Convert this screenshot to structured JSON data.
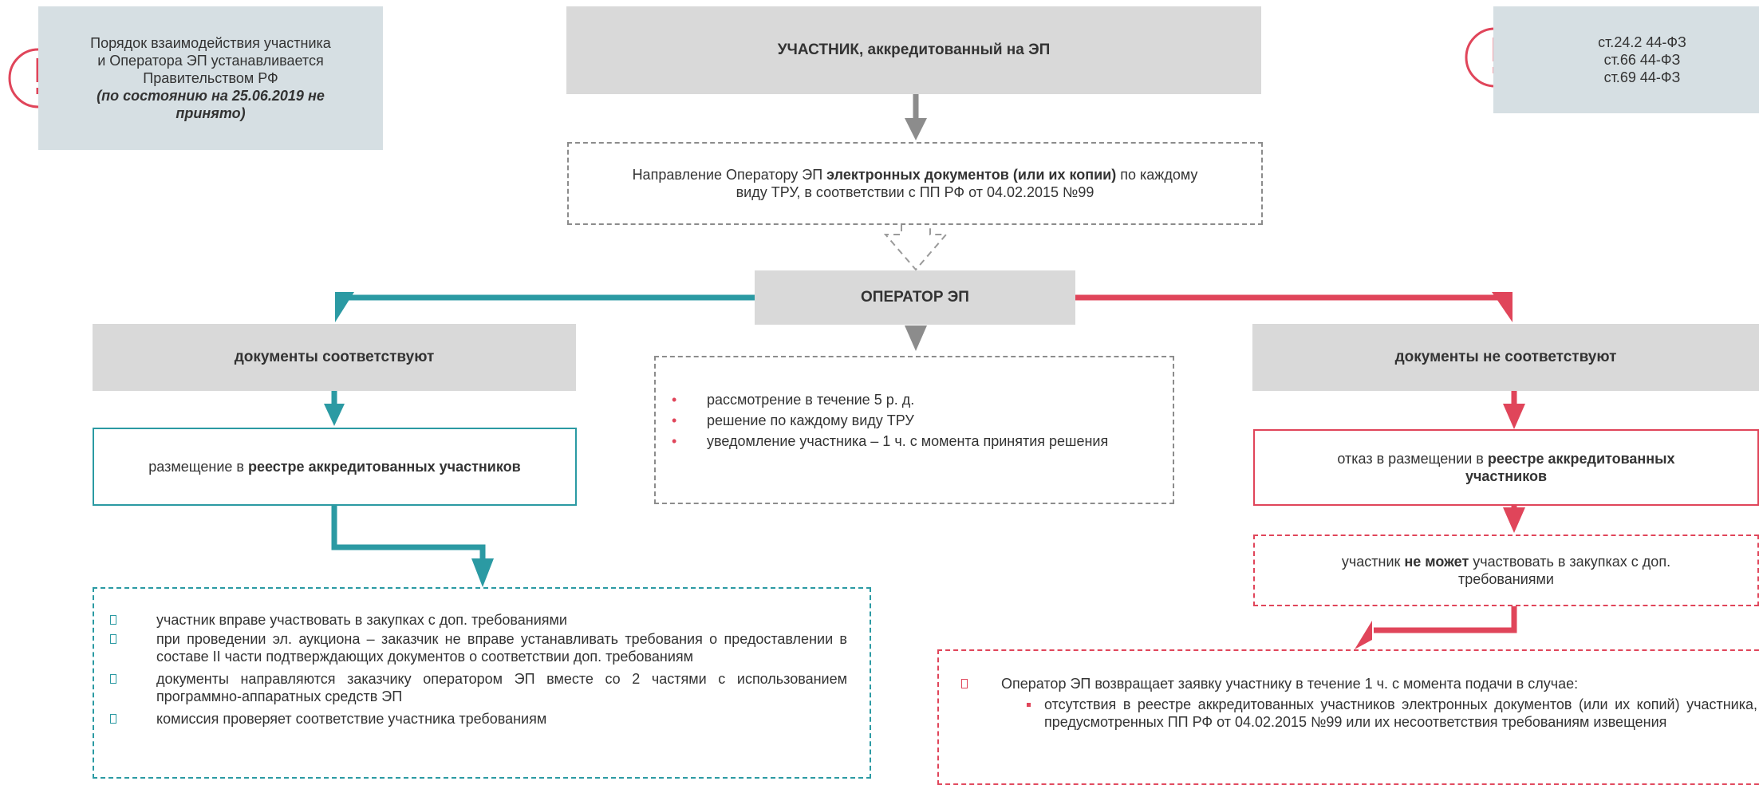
{
  "note_left": {
    "line1": "Порядок взаимодействия участника",
    "line2": "и Оператора ЭП устанавливается",
    "line3": "Правительством РФ",
    "line4": "(по состоянию на 25.06.2019 не принято)"
  },
  "note_right": {
    "lines": [
      "ст.24.2 44-ФЗ",
      "ст.66 44-ФЗ",
      "ст.69 44-ФЗ"
    ]
  },
  "participant": {
    "title": "УЧАСТНИК, аккредитованный на ЭП"
  },
  "direction": {
    "pre": "Направление Оператору ЭП ",
    "bold": "электронных документов (или их копии)",
    "post": " по каждому виду ТРУ, в соответствии с ПП РФ от 04.02.2015 №99"
  },
  "operator": {
    "title": "ОПЕРАТОР ЭП"
  },
  "review": {
    "items": [
      "рассмотрение в течение 5 р. д.",
      "решение по каждому виду ТРУ",
      "уведомление участника – 1 ч. с момента принятия решения"
    ]
  },
  "left_branch": {
    "title": "документы соответствуют",
    "placement_pre": "размещение в ",
    "placement_bold": "реестре аккредитованных участников",
    "items": [
      "участник вправе участвовать в закупках с доп. требованиями",
      "при проведении эл. аукциона – заказчик не вправе устанавливать требования о предоставлении в составе II части подтверждающих документов о соответствии доп. требованиям",
      "документы направляются заказчику оператором ЭП вместе со 2 частями с использованием программно-аппаратных средств ЭП",
      "комиссия проверяет соответствие участника требованиям"
    ]
  },
  "right_branch": {
    "title": "документы не соответствуют",
    "refusal_pre": "отказ в размещении в ",
    "refusal_bold": "реестре аккредитованных участников",
    "cannot_pre": "участник ",
    "cannot_bold": "не может",
    "cannot_post": " участвовать в закупках с доп. требованиями",
    "return_text": "Оператор ЭП возвращает заявку участнику в течение 1 ч. с момента подачи в случае:",
    "return_sub": "отсутствия в реестре аккредитованных участников электронных документов (или их копий) участника, предусмотренных ПП РФ от 04.02.2015 №99 или их несоответствия требованиям извещения"
  },
  "colors": {
    "teal": "#2b9aa3",
    "red": "#e0455a",
    "gray_arrow": "#8c8c8c",
    "box_gray": "#d9d9d9",
    "note_bg": "#d6dfe3"
  }
}
